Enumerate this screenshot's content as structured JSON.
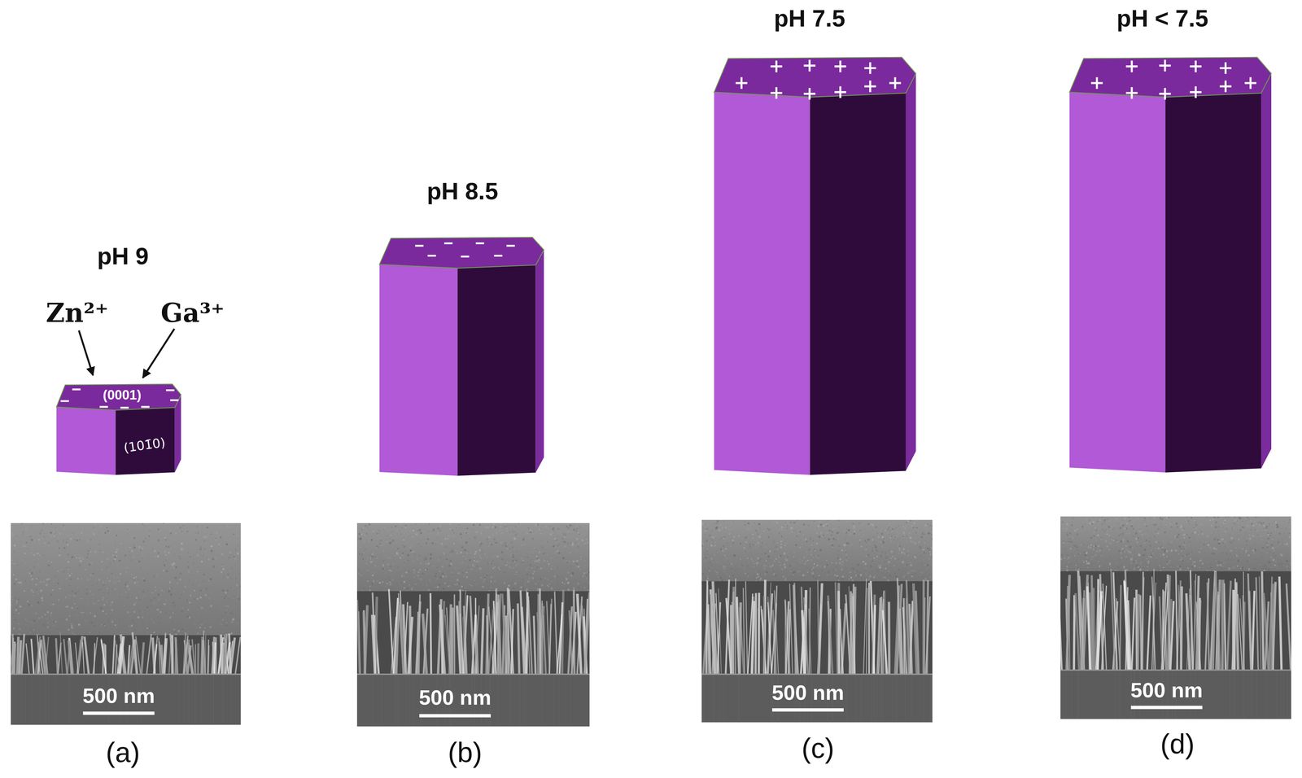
{
  "diagram": {
    "labels": [
      "pH 9",
      "Zn²⁺",
      "Ga³⁺",
      "(0001)",
      "(101̄0)",
      "pH 8.5",
      "pH 7.5",
      "pH < 7.5",
      "500 nm",
      "500 nm",
      "500 nm",
      "500 nm",
      "(a)",
      "(b)",
      "(c)",
      "(d)"
    ]
  }
}
